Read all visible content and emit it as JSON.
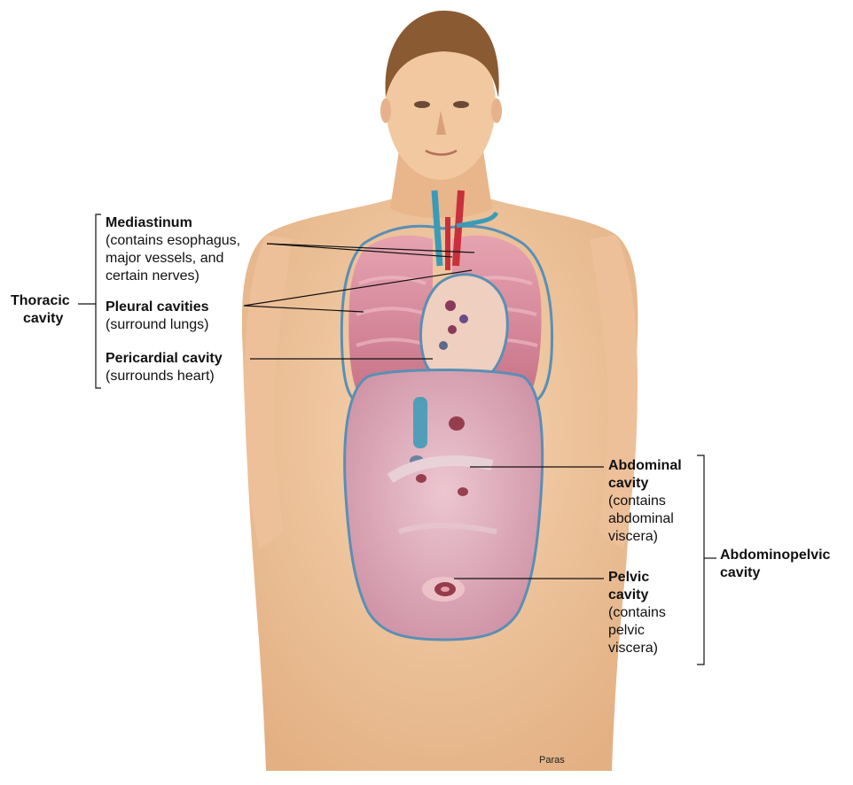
{
  "labels": {
    "mediastinum": {
      "title": "Mediastinum",
      "lines": [
        "(contains esophagus,",
        "major vessels, and",
        "certain nerves)"
      ]
    },
    "pleural": {
      "title": "Pleural cavities",
      "lines": [
        "(surround lungs)"
      ]
    },
    "pericardial": {
      "title": "Pericardial cavity",
      "lines": [
        "(surrounds heart)"
      ]
    },
    "thoracic": {
      "lines": [
        "Thoracic",
        "cavity"
      ]
    },
    "abdominal": {
      "title_lines": [
        "Abdominal",
        "cavity"
      ],
      "lines": [
        "(contains",
        "abdominal",
        "viscera)"
      ]
    },
    "pelvic": {
      "title_lines": [
        "Pelvic",
        "cavity"
      ],
      "lines": [
        "(contains",
        "pelvic",
        "viscera)"
      ]
    },
    "abdominopelvic": {
      "lines": [
        "Abdominopelvic",
        "cavity"
      ]
    }
  },
  "credit": "Paras",
  "colors": {
    "skin": "#f2c9a0",
    "skin_shadow": "#d9a476",
    "hair": "#8a5a32",
    "lung": "#d98a9a",
    "cavity_outline": "#5a8fb5",
    "abdomen": "#d9a2b4",
    "vessel_red": "#c8303c",
    "vessel_blue": "#3a9bb8"
  }
}
